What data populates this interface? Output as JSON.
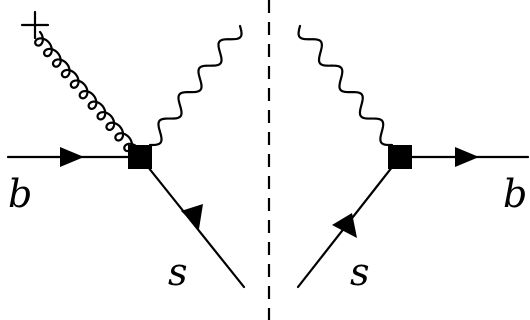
{
  "labels": {
    "b_in": "b",
    "b_out": "b",
    "s_left": "s",
    "s_right": "s"
  },
  "colors": {
    "ink": "#000000",
    "background": "#ffffff"
  }
}
